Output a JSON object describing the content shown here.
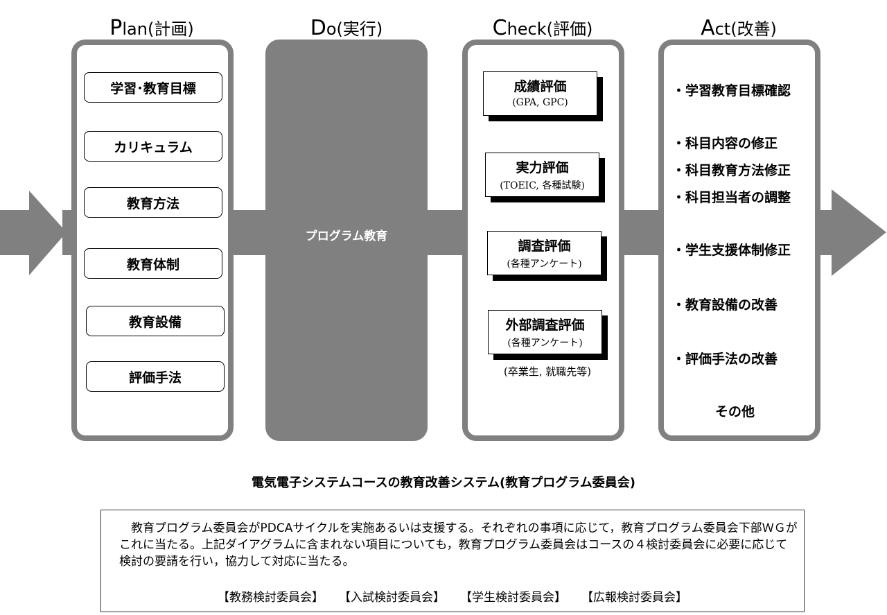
{
  "headers": {
    "plan": {
      "letter": "P",
      "rest": "lan(計画)"
    },
    "do": {
      "letter": "D",
      "rest": "o(実行)"
    },
    "check": {
      "letter": "C",
      "rest": "heck(評価)"
    },
    "act": {
      "letter": "A",
      "rest": "ct(改善)"
    }
  },
  "plan_items": [
    "学習･教育目標",
    "カリキュラム",
    "教育方法",
    "教育体制",
    "教育設備",
    "評価手法"
  ],
  "do_label": "プログラム教育",
  "check_items": [
    {
      "title": "成績評価",
      "sub": "(GPA, GPC)"
    },
    {
      "title": "実力評価",
      "sub": "(TOEIC, 各種試験)"
    },
    {
      "title": "調査評価",
      "sub": "(各種アンケート)"
    },
    {
      "title": "外部調査評価",
      "sub": "(各種アンケート)"
    }
  ],
  "check_footnote": "(卒業生, 就職先等)",
  "act_items": [
    "・学習教育目標確認",
    "・科目内容の修正",
    "・科目教育方法修正",
    "・科目担当者の調整",
    "・学生支援体制修正",
    "・教育設備の改善",
    "・評価手法の改善",
    "その他"
  ],
  "caption": "電気電子システムコースの教育改善システム(教育プログラム委員会)",
  "note": {
    "text": "　教育プログラム委員会がPDCAサイクルを実施あるいは支援する。それぞれの事項に応じて，教育プログラム委員会下部ＷＧがこれに当たる。上記ダイアグラムに含まれない項目についても，教育プログラム委員会はコースの４検討委員会に必要に応じて検討の要請を行い，協力して対応に当たる。",
    "committees": [
      "【教務検討委員会】",
      "【入試検討委員会】",
      "【学生検討委員会】",
      "【広報検討委員会】"
    ]
  },
  "colors": {
    "gray": "#808080"
  }
}
